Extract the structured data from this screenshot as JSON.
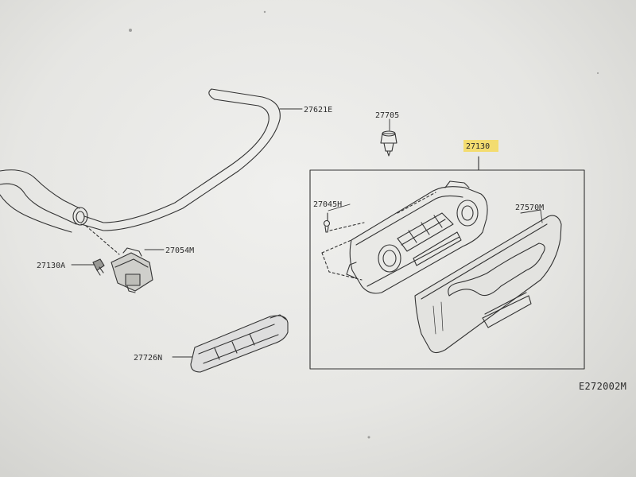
{
  "diagram": {
    "code": "E272002M",
    "highlight_color": "#f5d95a",
    "parts": [
      {
        "id": "hose",
        "label": "27621E"
      },
      {
        "id": "clip",
        "label": "27705"
      },
      {
        "id": "assembly",
        "label": "27130",
        "highlighted": true
      },
      {
        "id": "screw",
        "label": "27045H"
      },
      {
        "id": "finisher",
        "label": "27570M"
      },
      {
        "id": "switch",
        "label": "27054M"
      },
      {
        "id": "sensor",
        "label": "27130A"
      },
      {
        "id": "bracket",
        "label": "27726N"
      }
    ]
  }
}
